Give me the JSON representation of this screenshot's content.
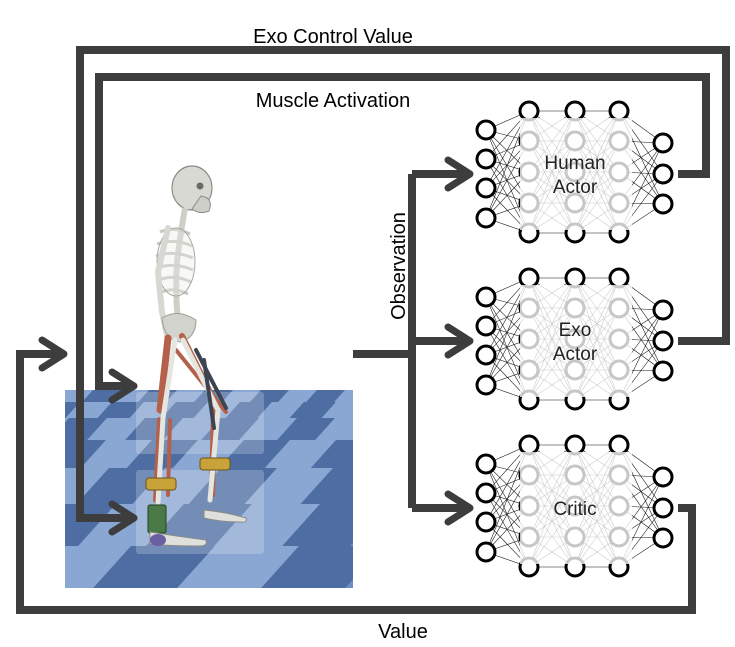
{
  "labels": {
    "exo_control_value": "Exo Control Value",
    "muscle_activation": "Muscle Activation",
    "observation": "Observation",
    "value": "Value"
  },
  "networks": [
    {
      "id": "human-actor",
      "label_lines": [
        "Human",
        "Actor"
      ]
    },
    {
      "id": "exo-actor",
      "label_lines": [
        "Exo",
        "Actor"
      ]
    },
    {
      "id": "critic",
      "label_lines": [
        "Critic"
      ]
    }
  ],
  "colors": {
    "arrow": "#3d3d3d",
    "floor_dark": "#4e6ea3",
    "floor_light": "#8aa6d2",
    "bone": "#e2e2dc",
    "muscle": "#b5604a",
    "exo_strap": "#c9a23a"
  }
}
